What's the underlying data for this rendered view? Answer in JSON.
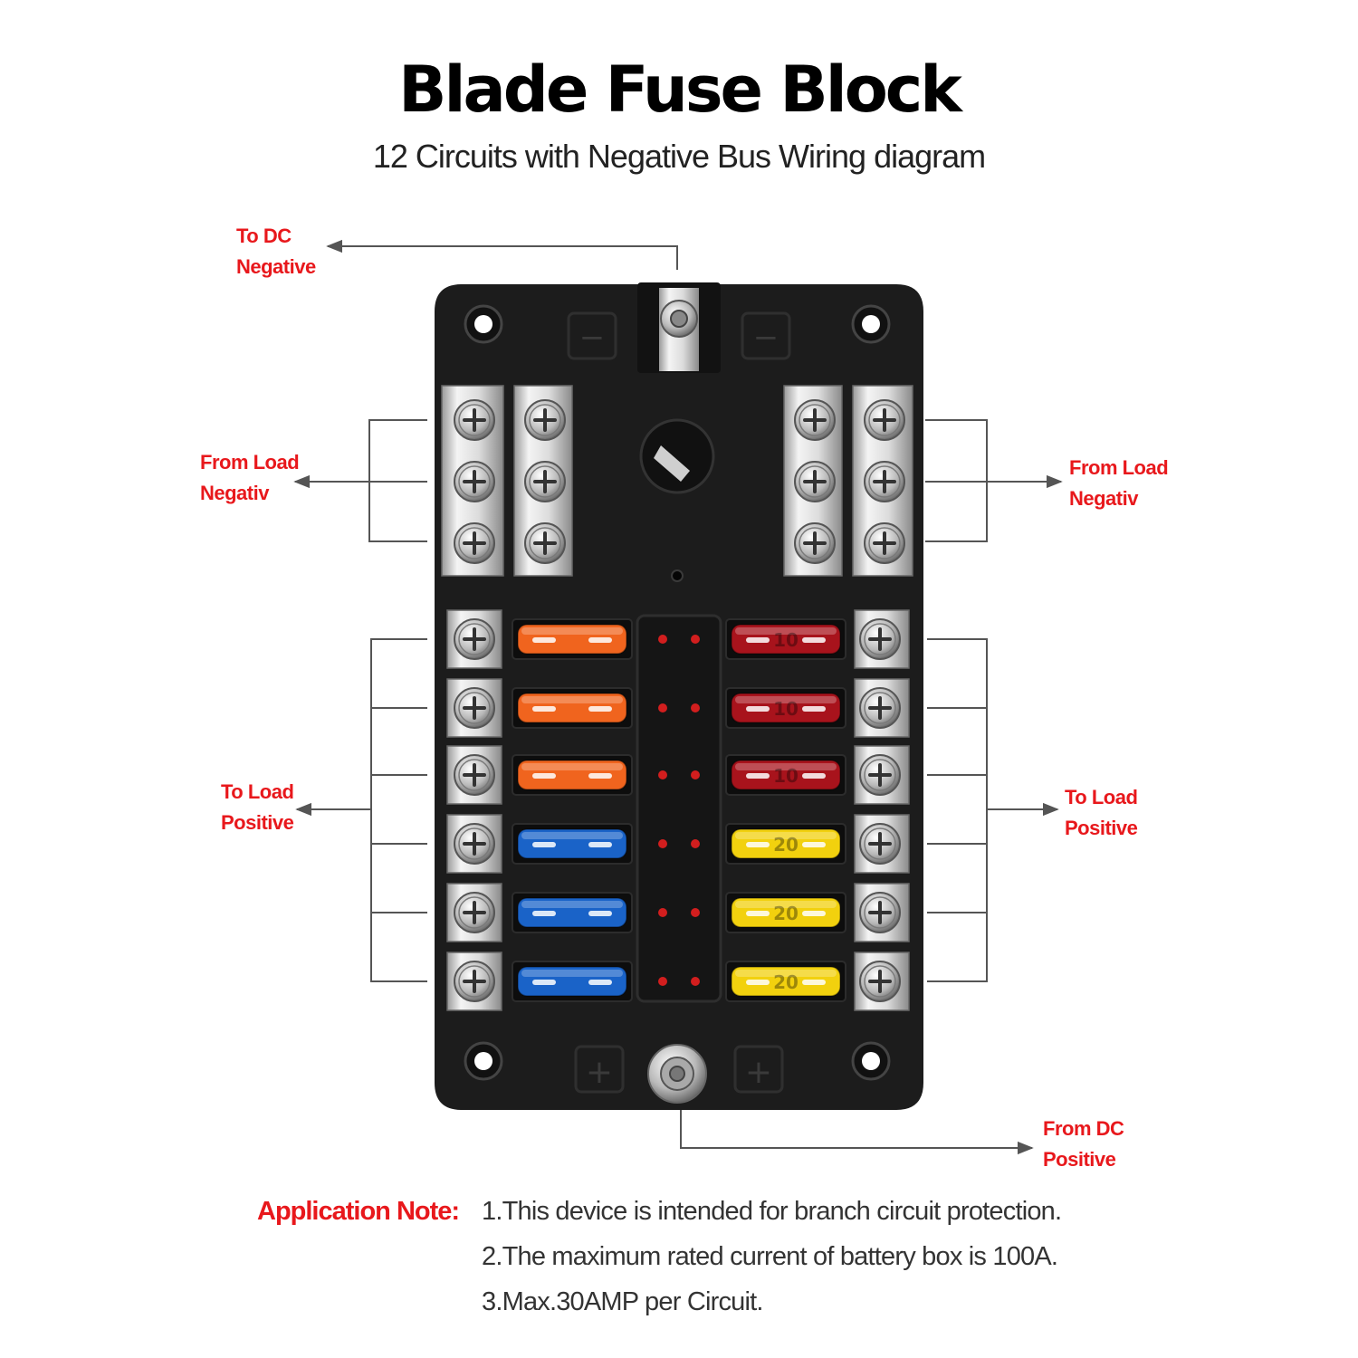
{
  "title": "Blade Fuse Block",
  "subtitle": "12 Circuits with Negative Bus Wiring diagram",
  "labels": {
    "to_dc_negative": [
      "To DC",
      "Negative"
    ],
    "from_load_negative_left": [
      "From Load",
      "Negativ"
    ],
    "from_load_negative_right": [
      "From Load",
      "Negativ"
    ],
    "to_load_positive_left": [
      "To Load",
      "Positive"
    ],
    "to_load_positive_right": [
      "To Load",
      "Positive"
    ],
    "from_dc_positive": [
      "From DC",
      "Positive"
    ]
  },
  "terminal_marks": {
    "negative": "−",
    "positive": "+"
  },
  "fuses": {
    "left": [
      {
        "color": "#f0641e",
        "rating": ""
      },
      {
        "color": "#f0641e",
        "rating": ""
      },
      {
        "color": "#f0641e",
        "rating": ""
      },
      {
        "color": "#1a63c8",
        "rating": ""
      },
      {
        "color": "#1a63c8",
        "rating": ""
      },
      {
        "color": "#1a63c8",
        "rating": ""
      }
    ],
    "right": [
      {
        "color": "#a8131c",
        "rating": "10"
      },
      {
        "color": "#a8131c",
        "rating": "10"
      },
      {
        "color": "#a8131c",
        "rating": "10"
      },
      {
        "color": "#f2d10e",
        "rating": "20"
      },
      {
        "color": "#f2d10e",
        "rating": "20"
      },
      {
        "color": "#f2d10e",
        "rating": "20"
      }
    ]
  },
  "note": {
    "heading": "Application Note:",
    "lines": [
      "1.This device is intended for branch circuit protection.",
      "2.The maximum rated current of battery box is 100A.",
      "3.Max.30AMP per Circuit."
    ]
  },
  "colors": {
    "accent": "#e8181c",
    "body": "#1c1c1c",
    "line": "#555555"
  }
}
